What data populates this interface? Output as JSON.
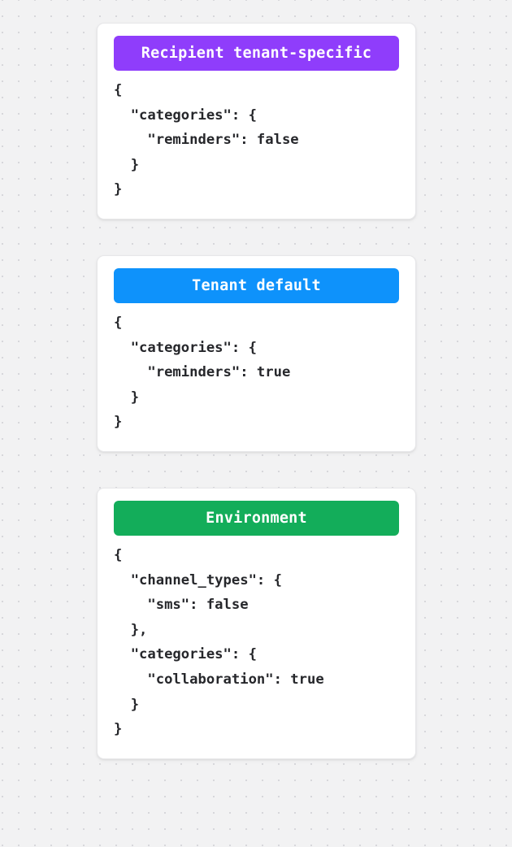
{
  "background": {
    "surface_color": "#f2f2f3",
    "dot_color": "#d7d7db"
  },
  "cards": [
    {
      "name": "recipient-tenant-specific",
      "header_label": "Recipient tenant-specific",
      "header_color": "#8f3dfb",
      "header_text_color": "#ffffff",
      "body_text": "{\n  \"categories\": {\n    \"reminders\": false\n  }\n}"
    },
    {
      "name": "tenant-default",
      "header_label": "Tenant default",
      "header_color": "#0e92fb",
      "header_text_color": "#ffffff",
      "body_text": "{\n  \"categories\": {\n    \"reminders\": true\n  }\n}"
    },
    {
      "name": "environment",
      "header_label": "Environment",
      "header_color": "#13ad5a",
      "header_text_color": "#ffffff",
      "body_text": "{\n  \"channel_types\": {\n    \"sms\": false\n  },\n  \"categories\": {\n    \"collaboration\": true\n  }\n}"
    }
  ]
}
